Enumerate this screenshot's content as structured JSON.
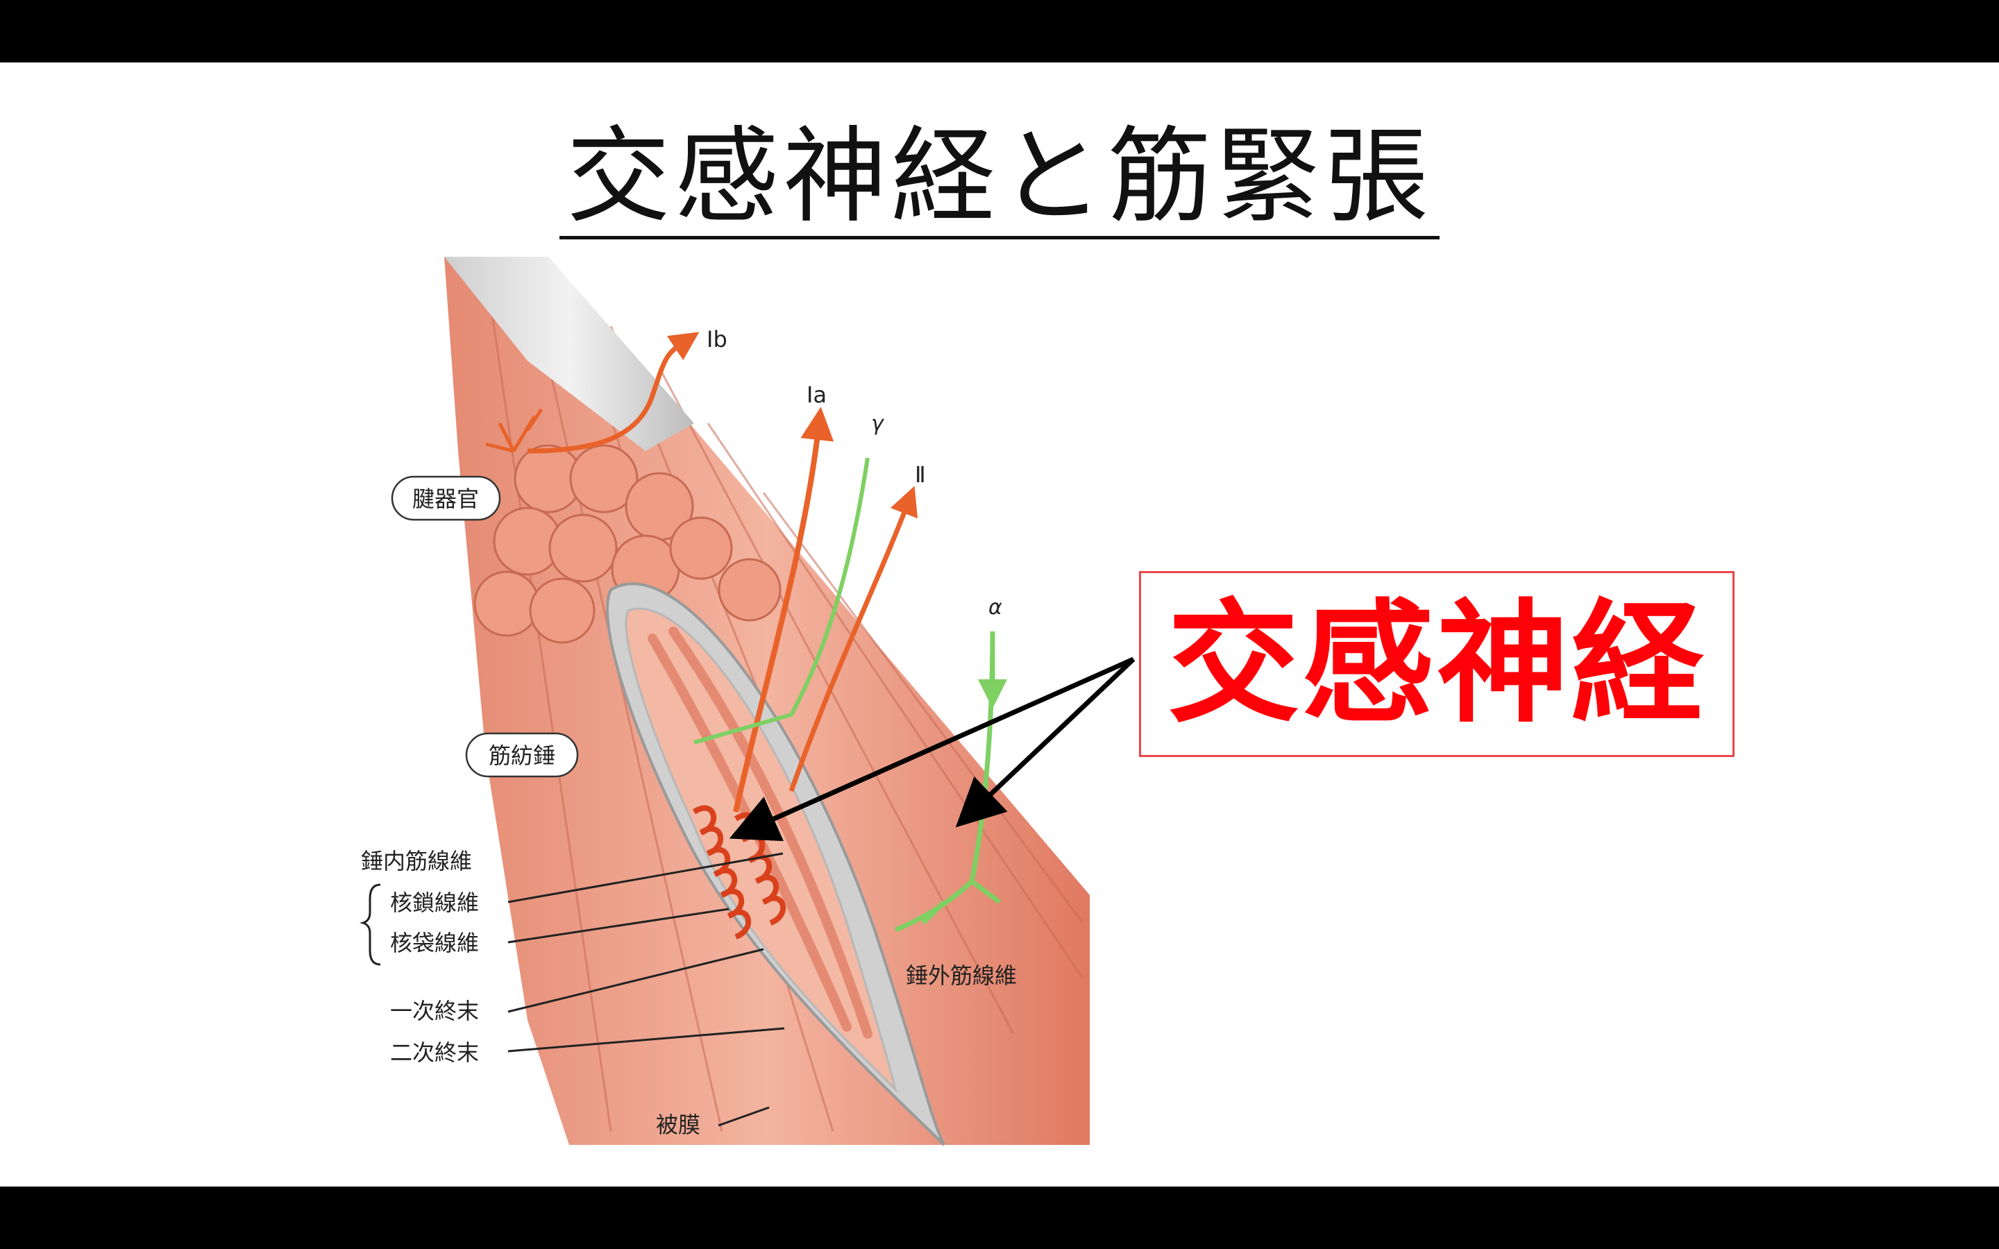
{
  "slide": {
    "title": "交感神経と筋緊張",
    "callout": "交感神経"
  },
  "figure": {
    "nerve_labels": {
      "ib": "Ib",
      "ia": "Ia",
      "gamma": "γ",
      "ii": "Ⅱ",
      "alpha": "α"
    },
    "structure_labels": {
      "tendon_organ": "腱器官",
      "muscle_spindle": "筋紡錘",
      "intrafusal_fiber": "錘内筋線維",
      "nuclear_chain_fiber": "核鎖線維",
      "nuclear_bag_fiber": "核袋線維",
      "primary_ending": "一次終末",
      "secondary_ending": "二次終末",
      "capsule": "被膜",
      "extrafusal_fiber": "錘外筋線維"
    }
  },
  "colors": {
    "sensory_nerve": "#e8622a",
    "motor_nerve": "#7ed063",
    "callout_text": "#ff0008",
    "muscle": "#f0a08a"
  }
}
